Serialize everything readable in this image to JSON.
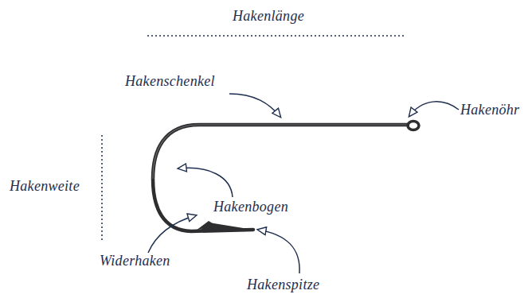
{
  "diagram": {
    "labels": [
      "Hakenlänge",
      "Hakenschenkel",
      "Hakenöhr",
      "Hakenweite",
      "Hakenbogen",
      "Widerhaken",
      "Hakenspitze"
    ]
  }
}
